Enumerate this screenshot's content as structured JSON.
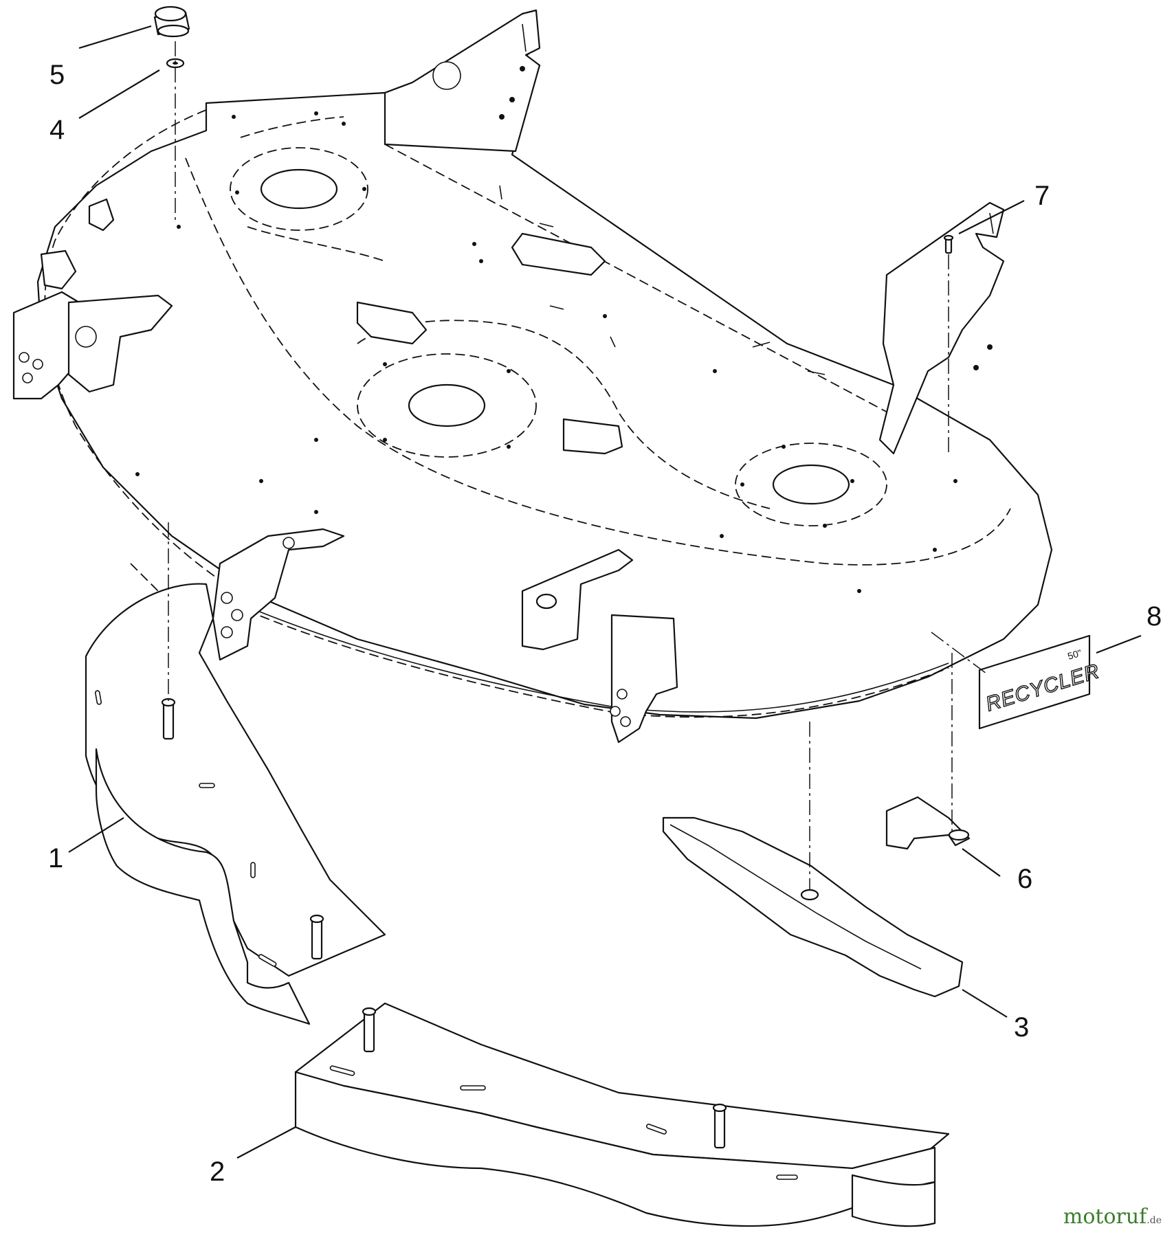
{
  "diagram": {
    "callouts": [
      {
        "id": "c1",
        "label": "1"
      },
      {
        "id": "c2",
        "label": "2"
      },
      {
        "id": "c3",
        "label": "3"
      },
      {
        "id": "c4",
        "label": "4"
      },
      {
        "id": "c5",
        "label": "5"
      },
      {
        "id": "c6",
        "label": "6"
      },
      {
        "id": "c7",
        "label": "7"
      },
      {
        "id": "c8",
        "label": "8"
      }
    ],
    "decal_text": "RECYCLER",
    "decal_size": "50\"",
    "colors": {
      "line": "#111111",
      "background": "#ffffff",
      "watermark": "#3a7d2c"
    }
  },
  "watermark": {
    "name": "motoruf",
    "tld": ".de"
  }
}
